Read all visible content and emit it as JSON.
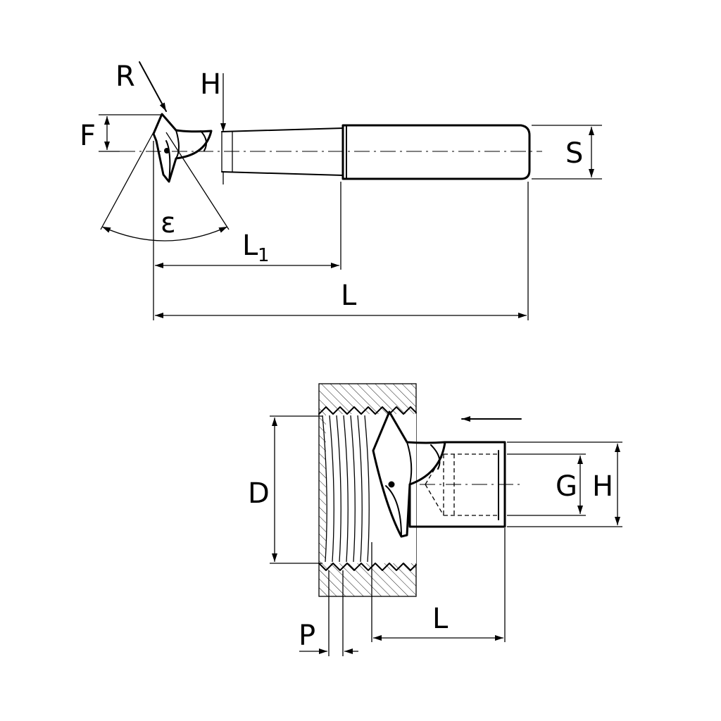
{
  "labels": {
    "top_R": "R",
    "top_H": "H",
    "top_F": "F",
    "top_S": "S",
    "top_epsilon": "ε",
    "top_L1_main": "L",
    "top_L1_sub": "1",
    "top_L": "L",
    "bottom_D": "D",
    "bottom_G": "G",
    "bottom_H": "H",
    "bottom_L": "L",
    "bottom_P": "P"
  }
}
